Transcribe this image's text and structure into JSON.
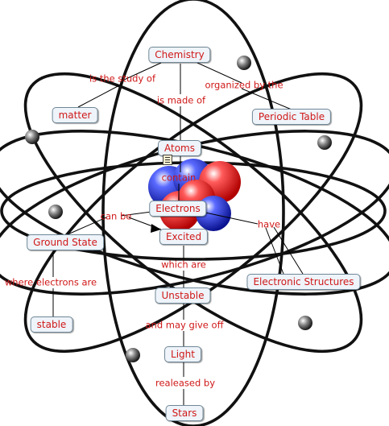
{
  "concepts": {
    "chemistry": "Chemistry",
    "matter": "matter",
    "periodic_table": "Periodic Table",
    "atoms": "Atoms",
    "electrons": "Electrons",
    "excited": "Excited",
    "ground_state": "Ground State",
    "electronic_structures": "Electronic Structures",
    "unstable": "Unstable",
    "stable": "stable",
    "light": "Light",
    "stars": "Stars"
  },
  "linking_phrases": {
    "is_the_study_of": "is the study of",
    "organized_by_the": "organized by the",
    "is_made_of": "is made of",
    "contain": "contain",
    "can_be": "can be",
    "have": "have",
    "which_are": "which are",
    "where_electrons_are": "where electrons are",
    "and_may_give_off": "and may give off",
    "realeased_by": "realeased by"
  },
  "colors": {
    "concept_text": "#d01818",
    "concept_fill": "#eef4fa",
    "connector": "#000000",
    "proton": "#e82a2a",
    "neutron": "#2a3ee0"
  },
  "icons": [
    "document-icon"
  ]
}
